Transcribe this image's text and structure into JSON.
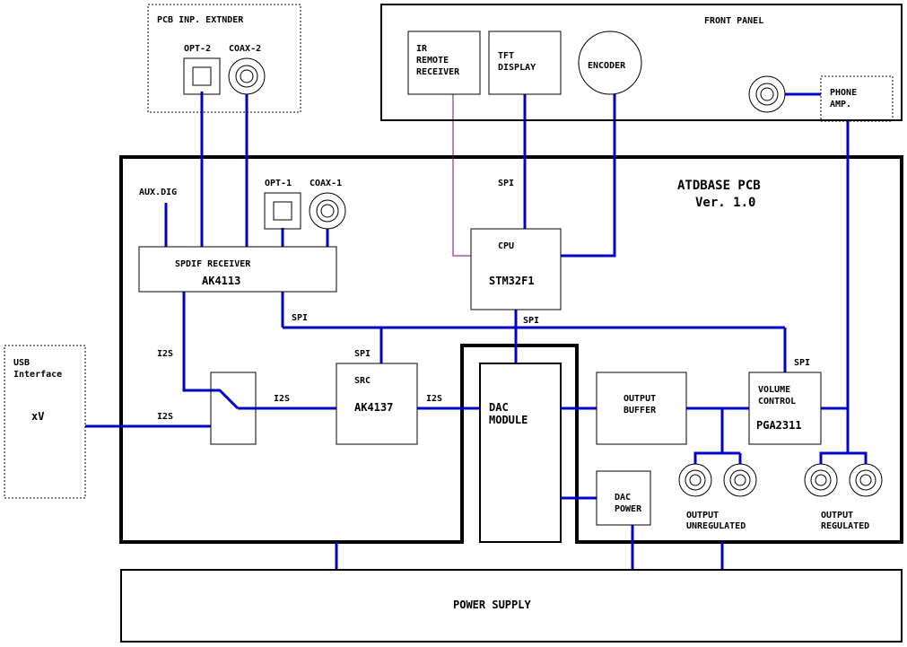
{
  "colors": {
    "wire": "#0000cc",
    "ir_link": "#800080",
    "outline": "#000000",
    "background": "#ffffff"
  },
  "pcb_input_extender": {
    "title": "PCB INP. EXTNDER",
    "opt": "OPT-2",
    "coax": "COAX-2"
  },
  "front_panel": {
    "title": "FRONT PANEL",
    "ir": [
      "IR",
      "REMOTE",
      "RECEIVER"
    ],
    "tft": [
      "TFT",
      "DISPLAY"
    ],
    "encoder": "ENCODER"
  },
  "phone_amp": [
    "PHONE",
    "AMP."
  ],
  "pcb": {
    "title": "ATDBASE PCB",
    "version": "Ver. 1.0",
    "aux_dig": "AUX.DIG",
    "opt1": "OPT-1",
    "coax1": "COAX-1",
    "spdif": {
      "name": "SPDIF RECEIVER",
      "chip": "AK4113"
    },
    "cpu": {
      "name": "CPU",
      "chip": "STM32F1"
    },
    "src": {
      "name": "SRC",
      "chip": "AK4137"
    },
    "dac_module": [
      "DAC",
      "MODULE"
    ],
    "output_buffer": [
      "OUTPUT",
      "BUFFER"
    ],
    "volume": [
      "VOLUME",
      "CONTROL"
    ],
    "volume_chip": "PGA2311",
    "dac_power": [
      "DAC",
      "POWER"
    ],
    "out_unreg": [
      "OUTPUT",
      "UNREGULATED"
    ],
    "out_reg": [
      "OUTPUT",
      "REGULATED"
    ]
  },
  "usb": {
    "title": [
      "USB",
      "Interface"
    ],
    "chip": "xV"
  },
  "signals": {
    "spi": "SPI",
    "i2s": "I2S"
  },
  "power_supply": "POWER SUPPLY"
}
